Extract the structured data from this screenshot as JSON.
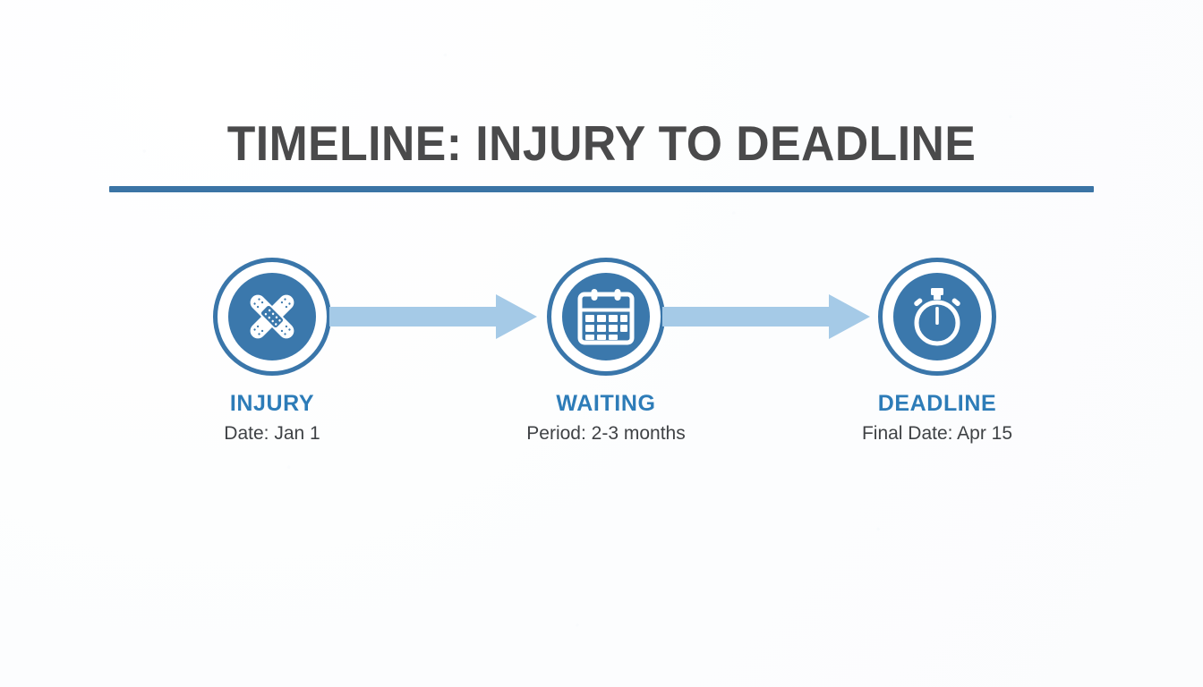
{
  "slide": {
    "title": "TIMELINE: INJURY TO DEADLINE",
    "background_color": "#fdfdfe",
    "accent_color": "#3b74a5",
    "label_color": "#2d7cb8",
    "title_color": "#4a4a4b",
    "arrow_color": "#a5cae7"
  },
  "steps": [
    {
      "icon": "bandage-cross-icon",
      "label": "INJURY",
      "sub": "Date: Jan 1"
    },
    {
      "icon": "calendar-icon",
      "label": "WAITING",
      "sub": "Period: 2-3 months"
    },
    {
      "icon": "stopwatch-icon",
      "label": "DEADLINE",
      "sub": "Final Date: Apr 15"
    }
  ],
  "connectors": [
    {
      "name": "arrow-injury-to-waiting"
    },
    {
      "name": "arrow-waiting-to-deadline"
    }
  ]
}
